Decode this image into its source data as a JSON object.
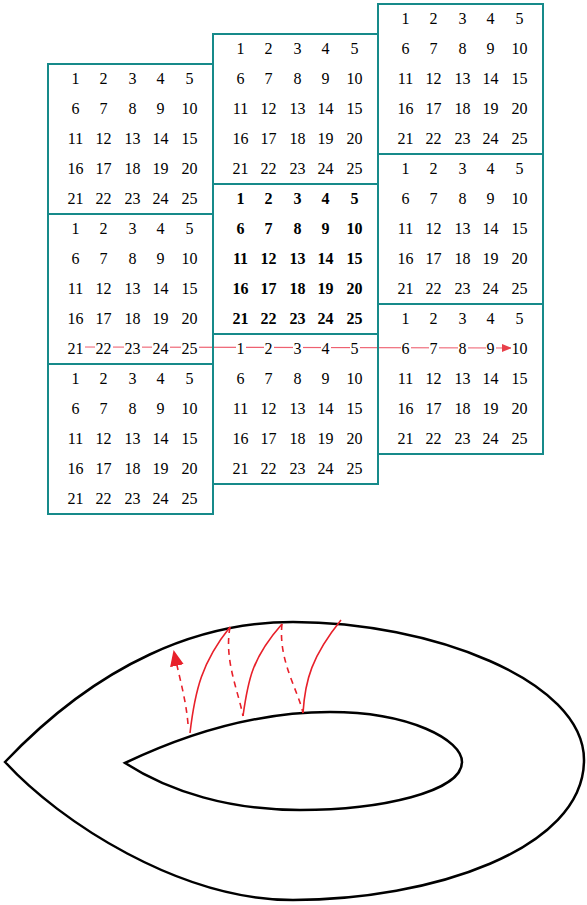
{
  "diagram": {
    "nodes": [
      {
        "text": [
          "1",
          "2",
          "3",
          "4",
          "5",
          "6",
          "7",
          "8",
          "9",
          "10",
          "11",
          "12",
          "13",
          "14",
          "15",
          "16",
          "17",
          "18",
          "19",
          "20",
          "21",
          "22",
          "23",
          "24",
          "25"
        ]
      },
      {
        "text": [
          "1",
          "2",
          "3",
          "4",
          "5",
          "6",
          "7",
          "8",
          "9",
          "10",
          "11",
          "12",
          "13",
          "14",
          "15",
          "16",
          "17",
          "18",
          "19",
          "20",
          "21",
          "22",
          "23",
          "24",
          "25"
        ]
      },
      {
        "text": [
          "1",
          "2",
          "3",
          "4",
          "5",
          "6",
          "7",
          "8",
          "9",
          "10",
          "11",
          "12",
          "13",
          "14",
          "15",
          "16",
          "17",
          "18",
          "19",
          "20",
          "21",
          "22",
          "23",
          "24",
          "25"
        ]
      },
      {
        "text": [
          "1",
          "2",
          "3",
          "4",
          "5",
          "6",
          "7",
          "8",
          "9",
          "10",
          "11",
          "12",
          "13",
          "14",
          "15",
          "16",
          "17",
          "18",
          "19",
          "20",
          "21",
          "22",
          "23",
          "24",
          "25"
        ]
      },
      {
        "text": [
          "1",
          "2",
          "3",
          "4",
          "5",
          "6",
          "7",
          "8",
          "9",
          "10",
          "11",
          "12",
          "13",
          "14",
          "15",
          "16",
          "17",
          "18",
          "19",
          "20",
          "21",
          "22",
          "23",
          "24",
          "25"
        ]
      },
      {
        "text": [
          "1",
          "2",
          "3",
          "4",
          "5",
          "6",
          "7",
          "8",
          "9",
          "10",
          "11",
          "12",
          "13",
          "14",
          "15",
          "16",
          "17",
          "18",
          "19",
          "20",
          "21",
          "22",
          "23",
          "24",
          "25"
        ]
      },
      {
        "text": [
          "1",
          "2",
          "3",
          "4",
          "5",
          "6",
          "7",
          "8",
          "9",
          "10",
          "11",
          "12",
          "13",
          "14",
          "15",
          "16",
          "17",
          "18",
          "19",
          "20",
          "21",
          "22",
          "23",
          "24",
          "25"
        ]
      },
      {
        "text": [
          "1",
          "2",
          "3",
          "4",
          "5",
          "6",
          "7",
          "8",
          "9",
          "10",
          "11",
          "12",
          "13",
          "14",
          "15",
          "16",
          "17",
          "18",
          "19",
          "20",
          "21",
          "22",
          "23",
          "24",
          "25"
        ]
      },
      {
        "text": [
          "1",
          "2",
          "3",
          "4",
          "5",
          "6",
          "7",
          "8",
          "9",
          "10",
          "11",
          "12",
          "13",
          "14",
          "15",
          "16",
          "17",
          "18",
          "19",
          "20",
          "21",
          "22",
          "23",
          "24",
          "25"
        ]
      }
    ]
  }
}
